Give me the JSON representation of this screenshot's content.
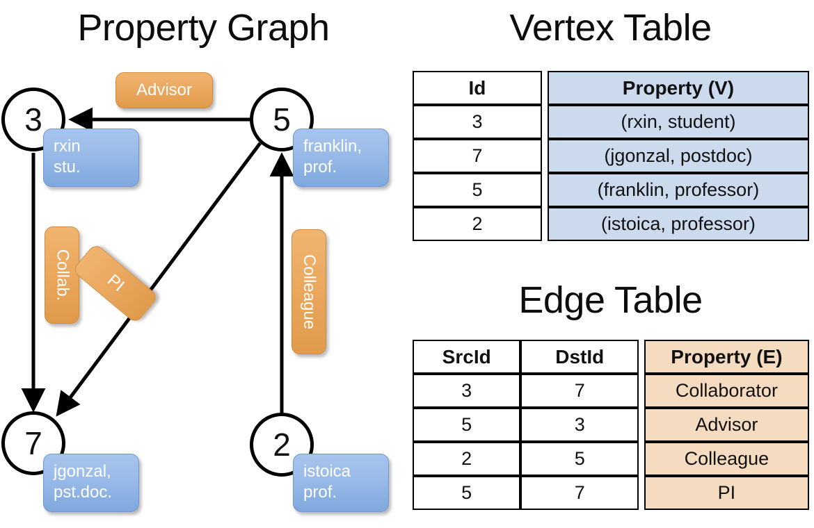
{
  "titles": {
    "property_graph": "Property Graph",
    "vertex_table": "Vertex Table",
    "edge_table": "Edge Table"
  },
  "colors": {
    "vertex_fill": "#ccdaee",
    "edge_fill": "#f5dcc0",
    "vertex_box": "#9dbde9",
    "edge_box": "#eba85f",
    "stroke": "#000000",
    "background": "#ffffff"
  },
  "graph": {
    "nodes": [
      {
        "id": "3",
        "property_line1": "rxin",
        "property_line2": "stu."
      },
      {
        "id": "5",
        "property_line1": "franklin,",
        "property_line2": "prof."
      },
      {
        "id": "7",
        "property_line1": "jgonzal,",
        "property_line2": "pst.doc."
      },
      {
        "id": "2",
        "property_line1": "istoica",
        "property_line2": "prof."
      }
    ],
    "edge_labels": [
      {
        "label": "Advisor",
        "orientation": "horizontal"
      },
      {
        "label": "Collab.",
        "orientation": "vertical"
      },
      {
        "label": "PI",
        "orientation": "diagonal"
      },
      {
        "label": "Colleague",
        "orientation": "vertical"
      }
    ],
    "edges": [
      {
        "src": "5",
        "dst": "3",
        "label": "Advisor"
      },
      {
        "src": "3",
        "dst": "7",
        "label": "Collab."
      },
      {
        "src": "5",
        "dst": "7",
        "label": "PI"
      },
      {
        "src": "2",
        "dst": "5",
        "label": "Colleague"
      }
    ]
  },
  "vertex_table": {
    "headers": [
      "Id",
      "Property (V)"
    ],
    "rows": [
      [
        "3",
        "(rxin, student)"
      ],
      [
        "7",
        "(jgonzal, postdoc)"
      ],
      [
        "5",
        "(franklin, professor)"
      ],
      [
        "2",
        "(istoica, professor)"
      ]
    ]
  },
  "edge_table": {
    "headers": [
      "SrcId",
      "DstId",
      "Property (E)"
    ],
    "rows": [
      [
        "3",
        "7",
        "Collaborator"
      ],
      [
        "5",
        "3",
        "Advisor"
      ],
      [
        "2",
        "5",
        "Colleague"
      ],
      [
        "5",
        "7",
        "PI"
      ]
    ]
  }
}
